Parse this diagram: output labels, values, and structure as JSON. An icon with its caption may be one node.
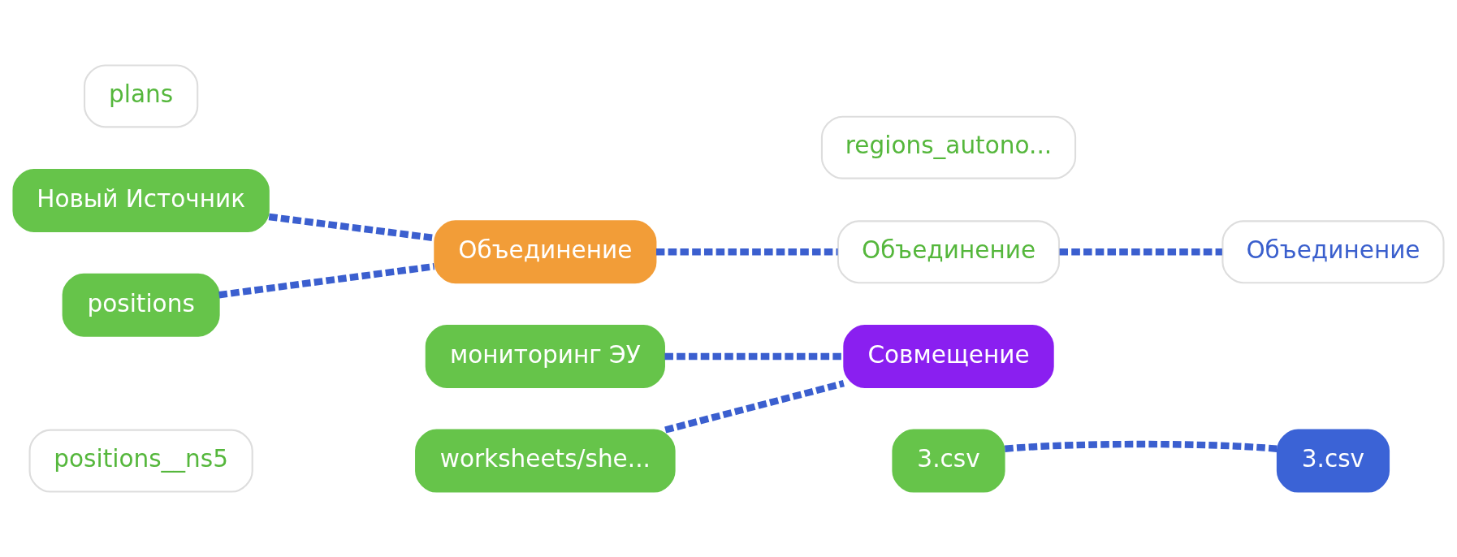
{
  "diagram": {
    "nodes": [
      {
        "text": [
          "3.csv"
        ]
      },
      {
        "text": [
          "3.csv"
        ]
      },
      {
        "text": [
          "worksheets/she..."
        ]
      },
      {
        "text": [
          "positions__ns5"
        ]
      },
      {
        "text": [
          "мониторинг ЭУ"
        ]
      },
      {
        "text": [
          "Совмещение"
        ]
      },
      {
        "text": [
          "Новый Источник"
        ]
      },
      {
        "text": [
          "regions_autono..."
        ]
      },
      {
        "text": [
          "Объединение"
        ]
      },
      {
        "text": [
          "Объединение"
        ]
      },
      {
        "text": [
          "Объединение"
        ]
      },
      {
        "text": [
          "positions"
        ]
      },
      {
        "text": [
          "plans"
        ]
      }
    ],
    "edges": [
      {
        "from": 0,
        "to": 1,
        "arrow": "none",
        "style": "dashed"
      },
      {
        "from": 2,
        "to": 5,
        "arrow": "none",
        "style": "dashed"
      },
      {
        "from": 4,
        "to": 5,
        "arrow": "none",
        "style": "dashed"
      },
      {
        "from": 6,
        "to": 8,
        "arrow": "none",
        "style": "dashed"
      },
      {
        "from": 11,
        "to": 8,
        "arrow": "none",
        "style": "dashed"
      },
      {
        "from": 8,
        "to": 9,
        "arrow": "none",
        "style": "dashed"
      },
      {
        "from": 9,
        "to": 10,
        "arrow": "none",
        "style": "dashed"
      }
    ]
  }
}
